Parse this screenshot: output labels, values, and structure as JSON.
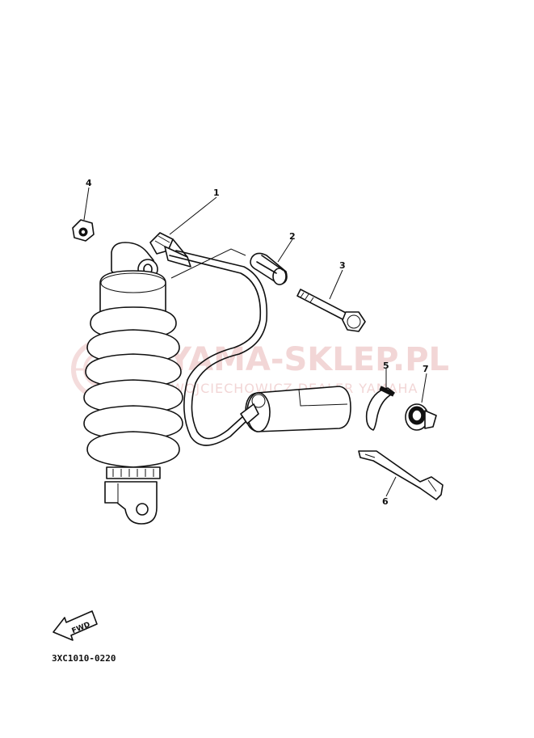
{
  "diagram": {
    "watermark": {
      "main": "YAMA-SKLEP.PL",
      "sub": "WOJCIECHOWICZ DEALER YAMAHA"
    },
    "part_code": "3XC1010-0220",
    "fwd_label": "FWD",
    "callouts": [
      "1",
      "2",
      "3",
      "4",
      "5",
      "6",
      "7"
    ]
  }
}
